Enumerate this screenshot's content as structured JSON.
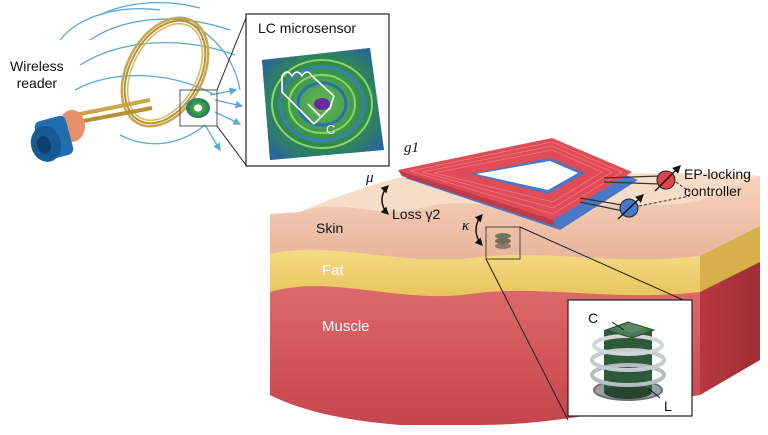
{
  "labels": {
    "wireless_reader": "Wireless\nreader",
    "lc_microsensor": "LC microsensor",
    "c_inset": "C",
    "g1": "g1",
    "mu": "μ",
    "loss": "Loss γ2",
    "kappa": "κ",
    "ep_locking": "EP-locking\ncontroller",
    "skin": "Skin",
    "fat": "Fat",
    "muscle": "Muscle",
    "c_coil": "C",
    "l_coil": "L"
  },
  "colors": {
    "skin": "#f0c4a8",
    "fat": "#f2d27a",
    "muscle": "#d9565d",
    "coil_top": "#e04b55",
    "coil_bottom": "#4a78c9",
    "reader_body": "#1f6fb0",
    "reader_ring": "#c9a64a",
    "field_lines": "#5aa9d6",
    "sensor_green": "#3c9a3c",
    "control_red": "#e0444a",
    "control_blue": "#4a78c9"
  }
}
